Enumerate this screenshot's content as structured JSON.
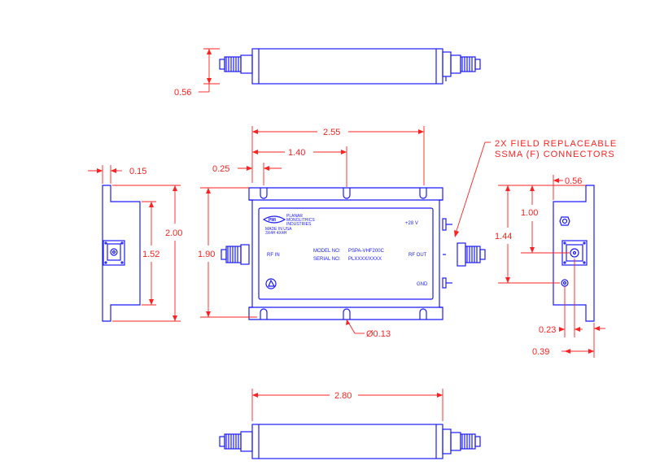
{
  "dimensions": {
    "top_height": "0.56",
    "width_overall": "2.55",
    "hole_spacing": "1.40",
    "hole_offset": "0.25",
    "flange": "0.15",
    "height_body": "2.00",
    "height_inner": "1.52",
    "height_holes": "1.90",
    "right_width": "0.56",
    "conn_upper": "1.00",
    "conn_lower": "1.44",
    "conn_offset1": "0.23",
    "conn_offset2": "0.39",
    "hole_dia": "Ø0.13",
    "bottom_width": "2.80"
  },
  "note": {
    "line1": "2X FIELD REPLACEABLE",
    "line2": "SSMA (F) CONNECTORS"
  },
  "label": {
    "company_line1": "PLANAR",
    "company_line2": "MONOLITHICS",
    "company_line3": "INDUSTRIES",
    "made_in_line1": "MADE IN USA",
    "made_in_line2": "3X4H 4X4H",
    "logo_letters": "PMI",
    "model_label": "MODEL NO:",
    "model_value": "PSPA-VHF200C",
    "serial_label": "SERIAL NO:",
    "serial_value": "PLXXXX/XXXX",
    "rf_in": "RF IN",
    "rf_out": "RF OUT",
    "voltage": "+28 V",
    "gnd": "GND"
  },
  "colors": {
    "outline": "#1a1aff",
    "dimension": "#ff2020",
    "background": "#ffffff"
  }
}
